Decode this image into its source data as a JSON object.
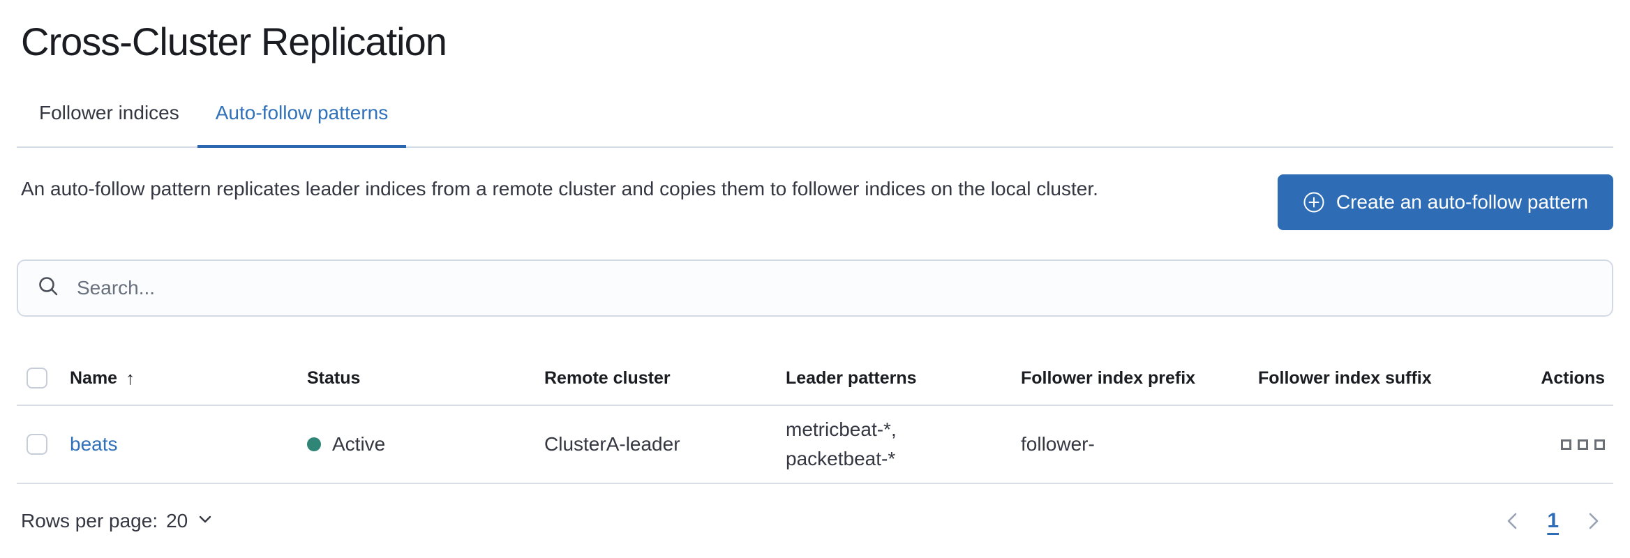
{
  "page": {
    "title": "Cross-Cluster Replication"
  },
  "tabs": [
    {
      "label": "Follower indices",
      "active": false
    },
    {
      "label": "Auto-follow patterns",
      "active": true
    }
  ],
  "description": "An auto-follow pattern replicates leader indices from a remote cluster and copies them to follower indices on the local cluster.",
  "create_button": {
    "label": "Create an auto-follow pattern",
    "icon": "plus-in-circle-icon"
  },
  "search": {
    "placeholder": "Search...",
    "value": "",
    "icon": "search-icon"
  },
  "table": {
    "columns": {
      "name": "Name",
      "status": "Status",
      "remote_cluster": "Remote cluster",
      "leader_patterns": "Leader patterns",
      "follower_index_prefix": "Follower index prefix",
      "follower_index_suffix": "Follower index suffix",
      "actions": "Actions"
    },
    "sort": {
      "column": "Name",
      "direction": "ascending",
      "icon": "arrow-up-icon"
    },
    "rows": [
      {
        "name": "beats",
        "status": "Active",
        "remote_cluster": "ClusterA-leader",
        "leader_patterns": [
          "metricbeat-*",
          "packetbeat-*"
        ],
        "follower_index_prefix": "follower-",
        "follower_index_suffix": "",
        "actions_icon": "boxes-horizontal-icon"
      }
    ]
  },
  "footer": {
    "rows_per_page_label": "Rows per page:",
    "rows_per_page_value": "20",
    "pagination": {
      "previous": "chevron-left-icon",
      "current_page": "1",
      "next": "chevron-right-icon"
    }
  },
  "colors": {
    "primary_blue": "#2e6db5",
    "link_blue": "#3071b9",
    "active_tab_underline": "#2a67b0",
    "status_active_teal": "#2f8677",
    "border_gray": "#d3dae6",
    "text_dark": "#1a1c21",
    "text_body": "#343741",
    "muted_gray": "#69707d",
    "pagination_chevron_gray": "#98a2b3"
  }
}
